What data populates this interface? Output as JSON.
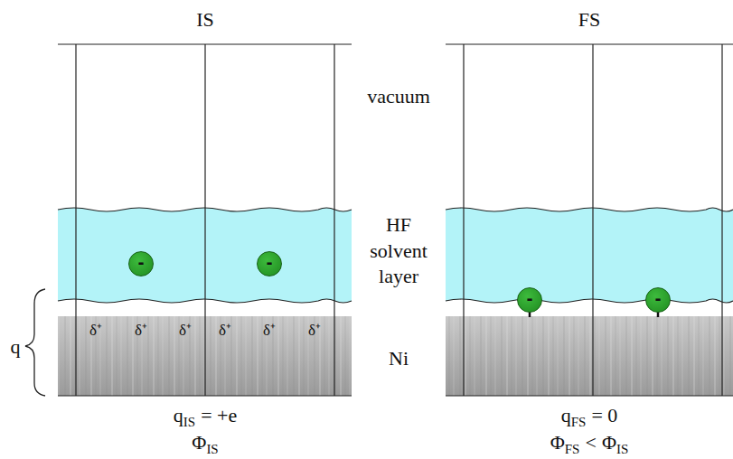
{
  "diagram": {
    "nodes": [
      {
        "text": [
          "-"
        ]
      },
      {
        "text": [
          "-"
        ]
      },
      {
        "text": [
          "-"
        ]
      },
      {
        "text": [
          "-"
        ]
      }
    ],
    "labels": [
      "IS",
      "FS",
      "vacuum",
      "HF solvent layer",
      "Ni",
      "q",
      "δ⁺",
      "δ⁺",
      "δ⁺",
      "δ⁺",
      "δ⁺",
      "δ⁺",
      "q",
      "IS",
      "= +e",
      "Φ",
      "IS",
      "q",
      "FS",
      "= 0",
      "Φ",
      "FS",
      "<",
      "Φ",
      "IS"
    ]
  }
}
